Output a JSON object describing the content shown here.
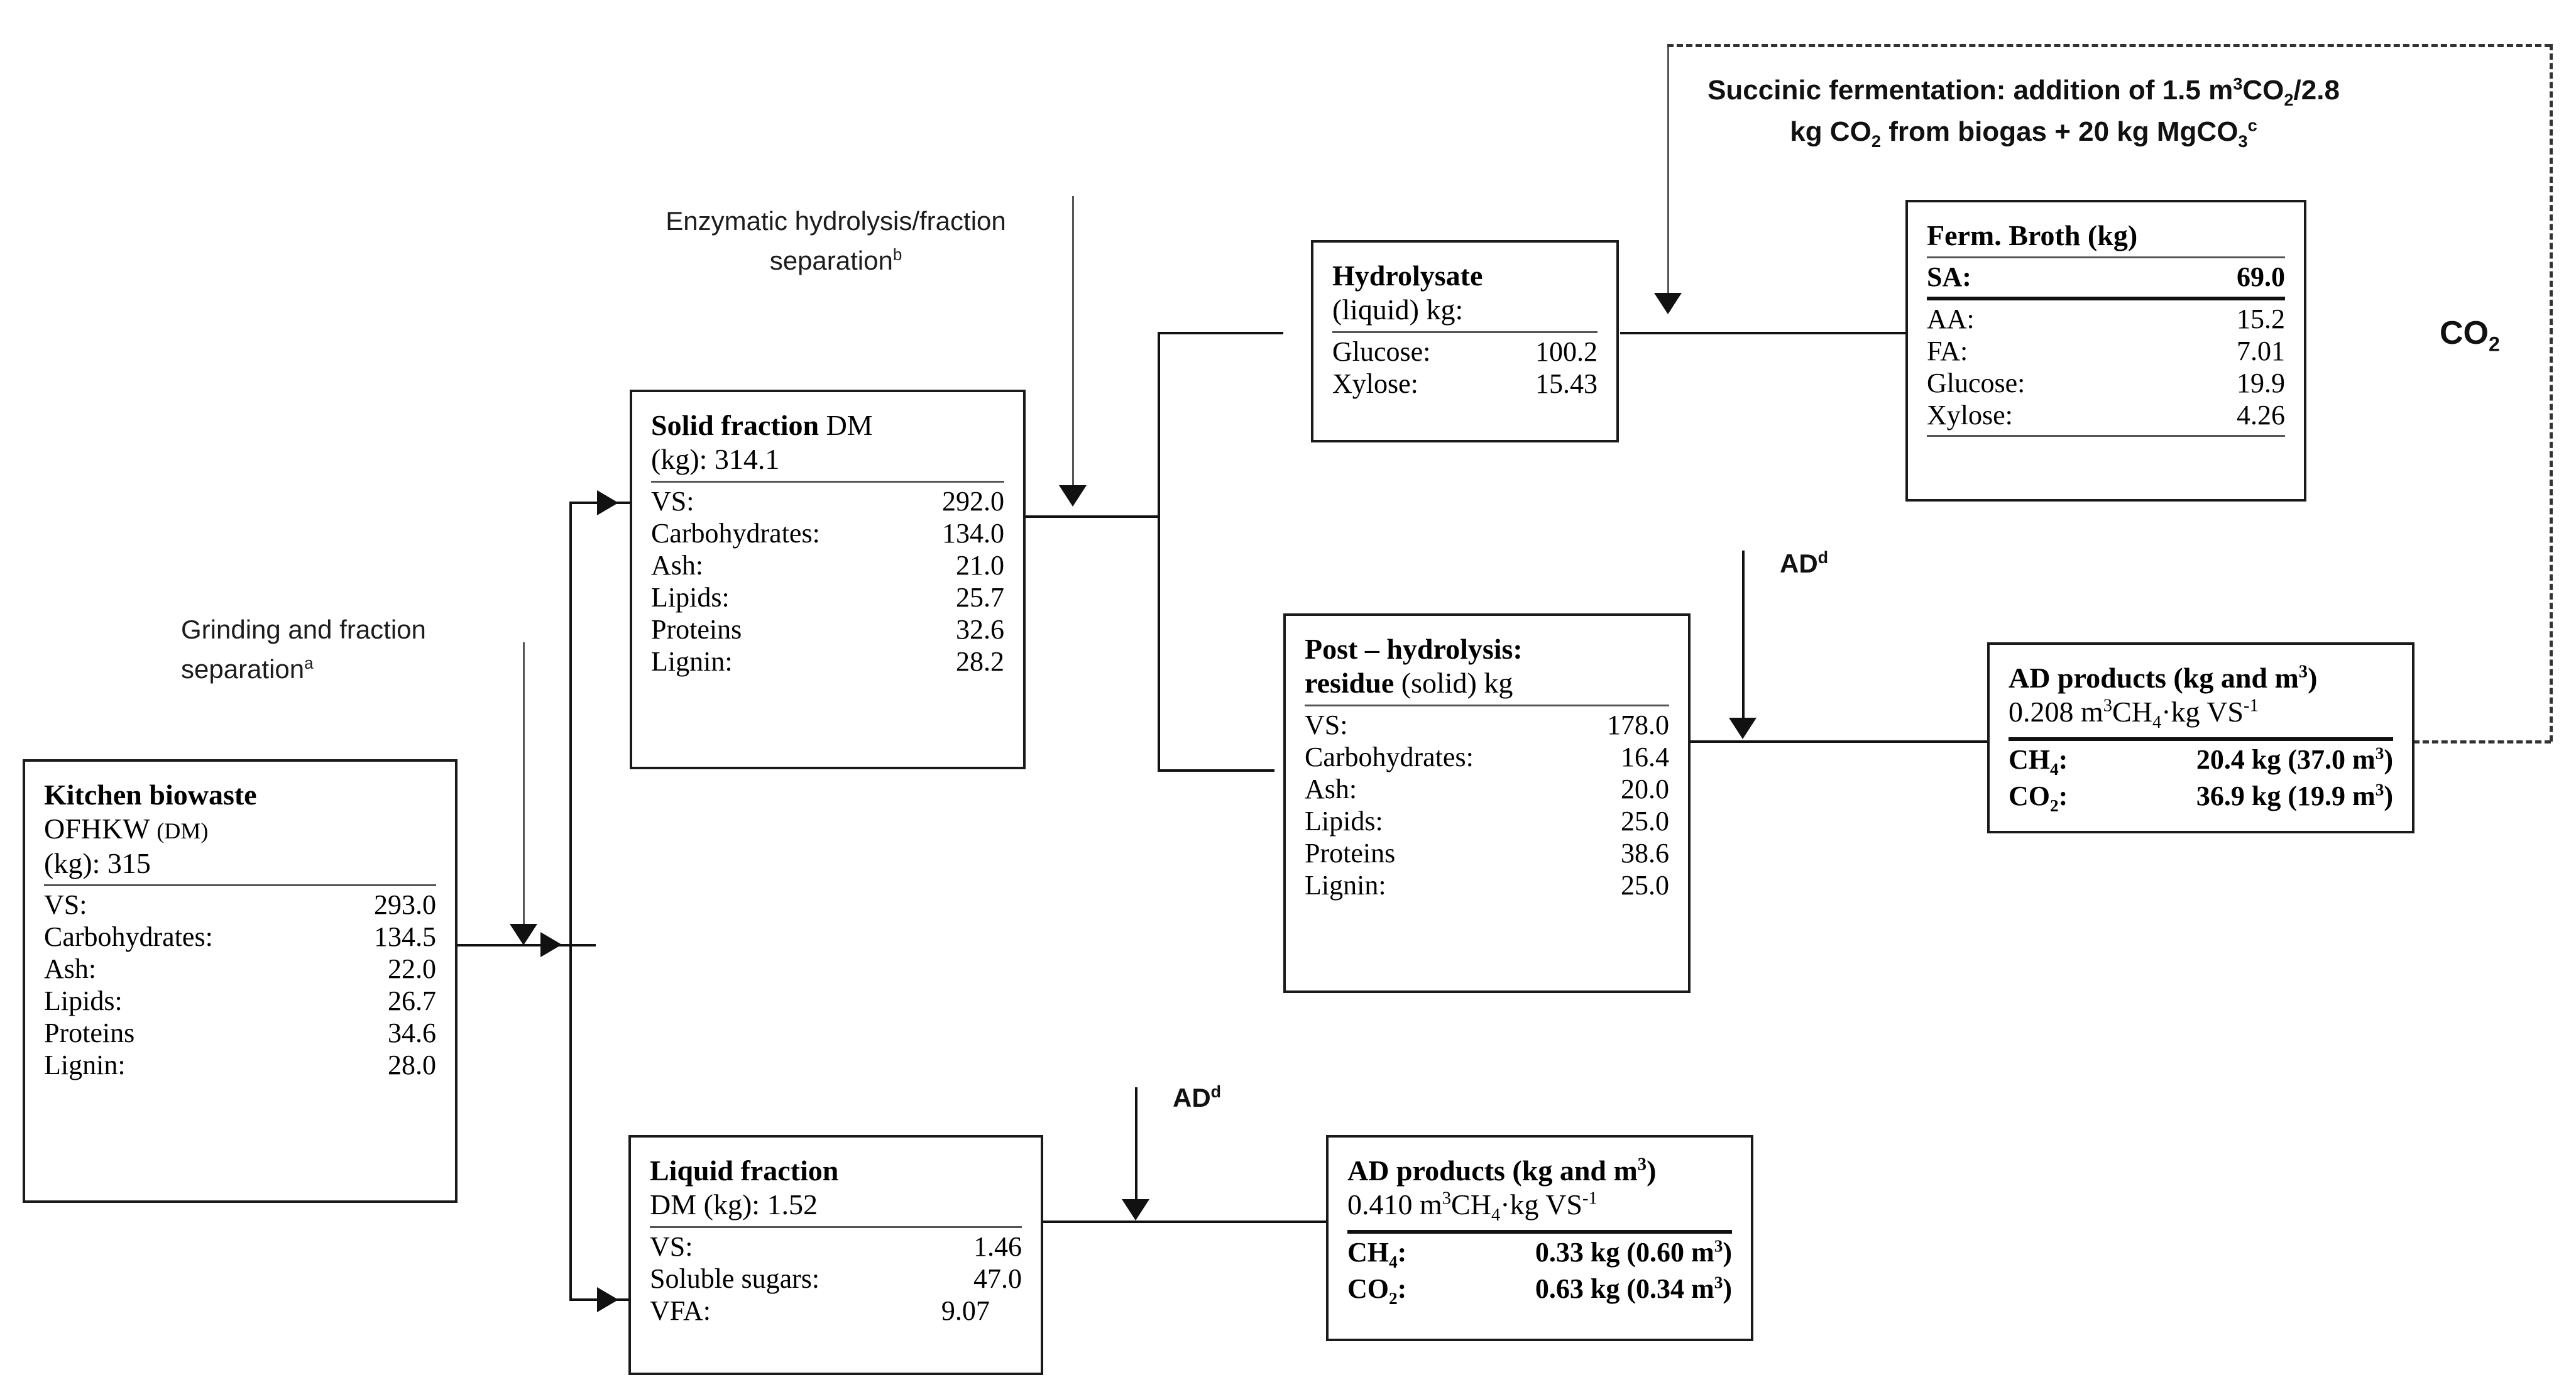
{
  "diagram": {
    "title": "Kitchen biowaste biorefinery mass flow diagram",
    "annotations": {
      "grinding": {
        "line1": "Grinding and fraction",
        "line2": "separation",
        "note": "a"
      },
      "enzymatic": {
        "line1": "Enzymatic hydrolysis/fraction",
        "line2": "separation",
        "note": "b"
      },
      "succinic": {
        "line1_a": "Succinic fermentation: addition of 1.5 m",
        "line1_sup": "3",
        "line1_b": "CO",
        "line1_sub": "2",
        "line1_c": "/2.8",
        "line2_a": "kg CO",
        "line2_sub": "2",
        "line2_b": " from biogas + 20 kg MgCO",
        "line2_sub2": "3",
        "line2_note": "c"
      },
      "ad_top": {
        "label": "AD",
        "note": "d"
      },
      "ad_bottom": {
        "label": "AD",
        "note": "d"
      },
      "co2_recycle": {
        "label": "CO",
        "sub": "2"
      }
    },
    "boxes": {
      "kitchen_biowaste": {
        "title": "Kitchen biowaste",
        "subtitle_main": "OFHKW",
        "subtitle_small": "(DM)",
        "subtitle_line2": "(kg): 315",
        "rows": [
          {
            "key": "VS:",
            "value": "293.0"
          },
          {
            "key": "Carbohydrates:",
            "value": "134.5"
          },
          {
            "key": "Ash:",
            "value": "22.0"
          },
          {
            "key": "Lipids:",
            "value": "26.7"
          },
          {
            "key": "Proteins",
            "value": "34.6"
          },
          {
            "key": "Lignin:",
            "value": "28.0"
          }
        ]
      },
      "solid_fraction": {
        "title_bold": "Solid fraction",
        "title_reg": "DM",
        "subtitle_line2": "(kg): 314.1",
        "rows": [
          {
            "key": "VS:",
            "value": "292.0"
          },
          {
            "key": "Carbohydrates:",
            "value": "134.0"
          },
          {
            "key": "Ash:",
            "value": "21.0"
          },
          {
            "key": "Lipids:",
            "value": "25.7"
          },
          {
            "key": "Proteins",
            "value": "32.6"
          },
          {
            "key": "Lignin:",
            "value": "28.2"
          }
        ]
      },
      "liquid_fraction": {
        "title": "Liquid fraction",
        "subtitle_line2": "DM (kg): 1.52",
        "rows": [
          {
            "key": "VS:",
            "value": "1.46",
            "align": "right"
          },
          {
            "key": "Soluble sugars:",
            "value": "47.0",
            "align": "right"
          },
          {
            "key": "VFA:",
            "value": "9.07",
            "align": "left"
          }
        ]
      },
      "hydrolysate": {
        "title": "Hydrolysate",
        "subtitle_line2": "(liquid) kg:",
        "rows": [
          {
            "key": "Glucose:",
            "value": "100.2"
          },
          {
            "key": "Xylose:",
            "value": "15.43"
          }
        ]
      },
      "post_hydrolysis": {
        "title_line1": "Post – hydrolysis:",
        "title_line2_bold": "residue",
        "title_line2_reg": "(solid) kg",
        "rows": [
          {
            "key": "VS:",
            "value": "178.0"
          },
          {
            "key": "Carbohydrates:",
            "value": "16.4"
          },
          {
            "key": "Ash:",
            "value": "20.0"
          },
          {
            "key": "Lipids:",
            "value": "25.0"
          },
          {
            "key": "Proteins",
            "value": "38.6"
          },
          {
            "key": "Lignin:",
            "value": "25.0"
          }
        ]
      },
      "ferm_broth": {
        "title": "Ferm. Broth (kg)",
        "highlight_row": {
          "key": "SA:",
          "value": "69.0"
        },
        "rows": [
          {
            "key": "AA:",
            "value": "15.2"
          },
          {
            "key": "FA:",
            "value": "7.01"
          },
          {
            "key": "Glucose:",
            "value": "19.9"
          },
          {
            "key": "Xylose:",
            "value": "4.26"
          }
        ]
      },
      "ad_products_top": {
        "title_a": "AD products (kg and m",
        "title_sup": "3",
        "title_b": ")",
        "yield_a": "0.208 m",
        "yield_sup1": "3",
        "yield_b": "CH",
        "yield_sub1": "4",
        "yield_c": "·kg VS",
        "yield_sup2": "-1",
        "rows": [
          {
            "key_a": "CH",
            "key_sub": "4",
            "key_b": ":",
            "value": "20.4 kg (37.0 m",
            "value_sup": "3",
            "value_end": ")"
          },
          {
            "key_a": "CO",
            "key_sub": "2",
            "key_b": ":",
            "value": "36.9 kg (19.9 m",
            "value_sup": "3",
            "value_end": ")"
          }
        ]
      },
      "ad_products_bottom": {
        "title_a": "AD products (kg and m",
        "title_sup": "3",
        "title_b": ")",
        "yield_a": "0.410 m",
        "yield_sup1": "3",
        "yield_b": "CH",
        "yield_sub1": "4",
        "yield_c": "·kg VS",
        "yield_sup2": "-1",
        "rows": [
          {
            "key_a": "CH",
            "key_sub": "4",
            "key_b": ":",
            "value": "0.33 kg (0.60 m",
            "value_sup": "3",
            "value_end": ")"
          },
          {
            "key_a": "CO",
            "key_sub": "2",
            "key_b": ":",
            "value": "0.63 kg (0.34 m",
            "value_sup": "3",
            "value_end": ")"
          }
        ]
      }
    },
    "colors": {
      "line": "#111111",
      "grayline": "#555555",
      "box_border": "#1a1a1a",
      "dashed": "#333333"
    }
  }
}
